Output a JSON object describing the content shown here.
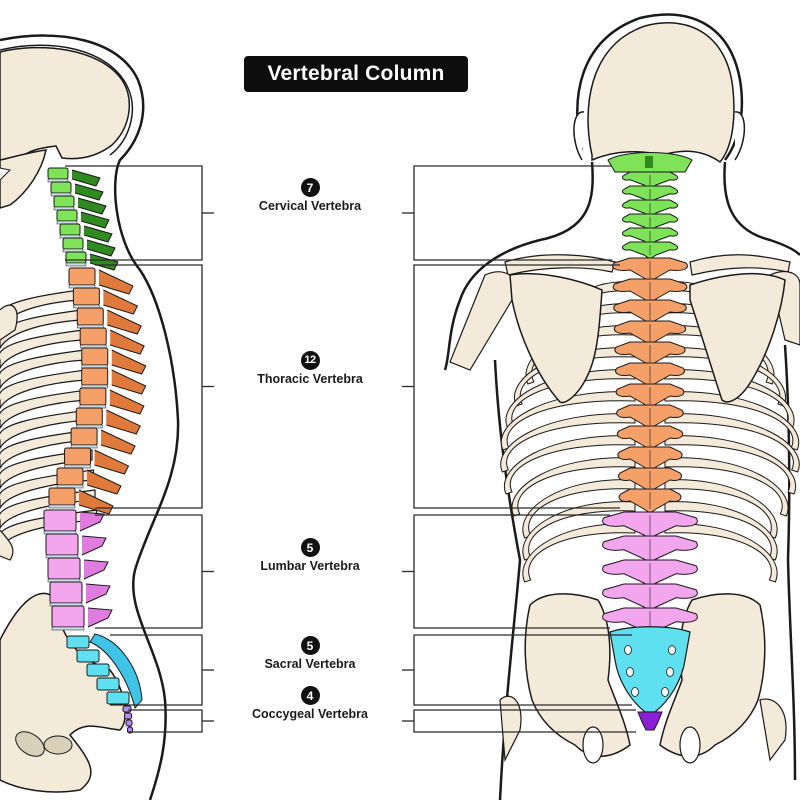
{
  "title": "Vertebral Column",
  "regions": [
    {
      "key": "cervical",
      "count": "7",
      "name": "Cervical Vertebra",
      "color": "#7fe35a",
      "dark_color": "#2f8a1f"
    },
    {
      "key": "thoracic",
      "count": "12",
      "name": "Thoracic Vertebra",
      "color": "#f5a068",
      "dark_color": "#e07a3c"
    },
    {
      "key": "lumbar",
      "count": "5",
      "name": "Lumbar Vertebra",
      "color": "#f3a6ee",
      "dark_color": "#e07be0"
    },
    {
      "key": "sacral",
      "count": "5",
      "name": "Sacral Vertebra",
      "color": "#5fe0f0",
      "dark_color": "#3fc3e6"
    },
    {
      "key": "coccygeal",
      "count": "4",
      "name": "Coccygeal Vertebra",
      "color": "#b48af0",
      "dark_color": "#8a1fd6"
    }
  ],
  "views": {
    "left": "lateral-view",
    "right": "posterior-view"
  },
  "colors": {
    "bone": "#f3ead9",
    "outline": "#1a1a1a",
    "disc": "#c9dce6",
    "title_bg": "#0d0d0d"
  }
}
